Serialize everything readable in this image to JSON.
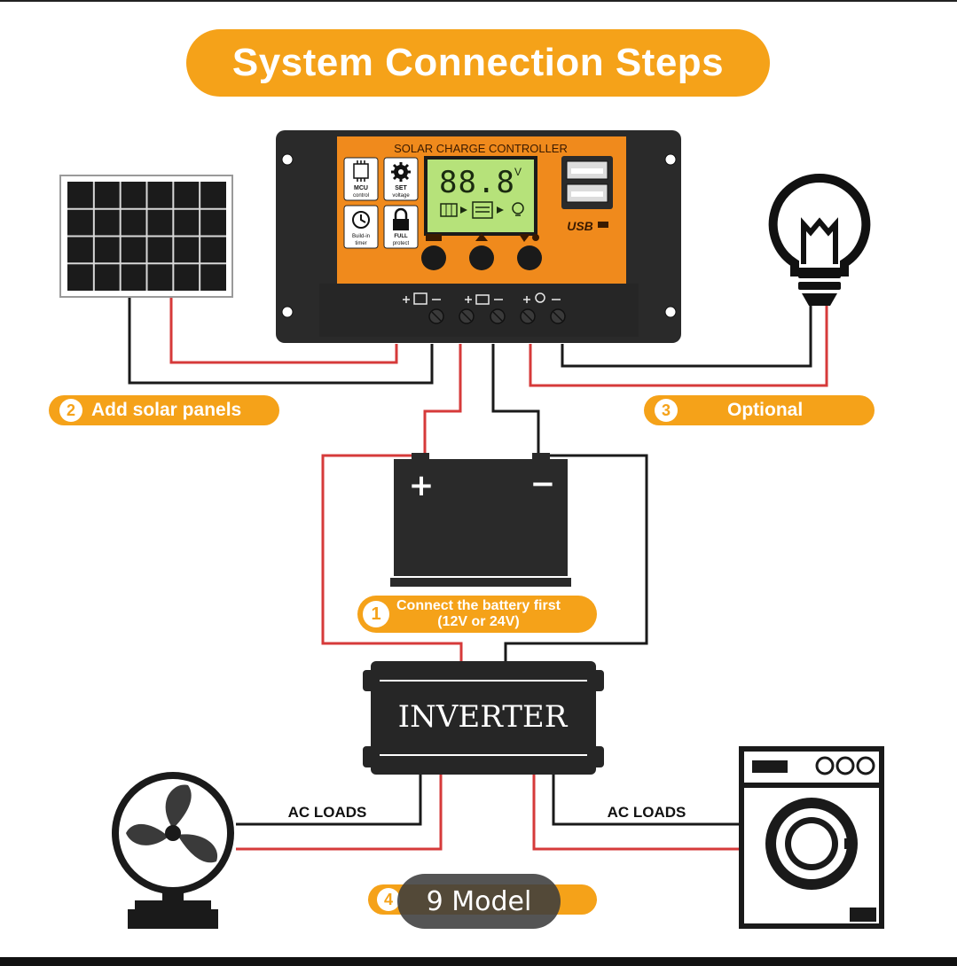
{
  "title": "System Connection Steps",
  "controller": {
    "header": "SOLAR CHARGE CONTROLLER",
    "display": "88.8",
    "display_unit": "V",
    "usb_label": "USB",
    "features": [
      {
        "icon": "chip-icon",
        "line1": "MCU",
        "line2": "control"
      },
      {
        "icon": "gear-icon",
        "line1": "SET",
        "line2": "voltage"
      },
      {
        "icon": "clock-icon",
        "line1": "Build-in",
        "line2": "timer"
      },
      {
        "icon": "lock-icon",
        "line1": "FULL",
        "line2": "protect"
      }
    ]
  },
  "steps": {
    "step1": {
      "number": "1",
      "line1": "Connect the battery first",
      "line2": "(12V or 24V)"
    },
    "step2": {
      "number": "2",
      "label": "Add solar panels"
    },
    "step3": {
      "number": "3",
      "label": "Optional"
    },
    "step4": {
      "number": "4"
    }
  },
  "inverter_label": "INVERTER",
  "battery": {
    "plus": "+",
    "minus": "−"
  },
  "loads": {
    "left": "AC LOADS",
    "right": "AC LOADS"
  },
  "badge": "9 Model",
  "colors": {
    "accent": "#f5a219",
    "controller_orange": "#f08a1c",
    "lcd_green": "#b6e27a",
    "wire_red": "#d63a3a",
    "wire_black": "#1a1a1a"
  }
}
